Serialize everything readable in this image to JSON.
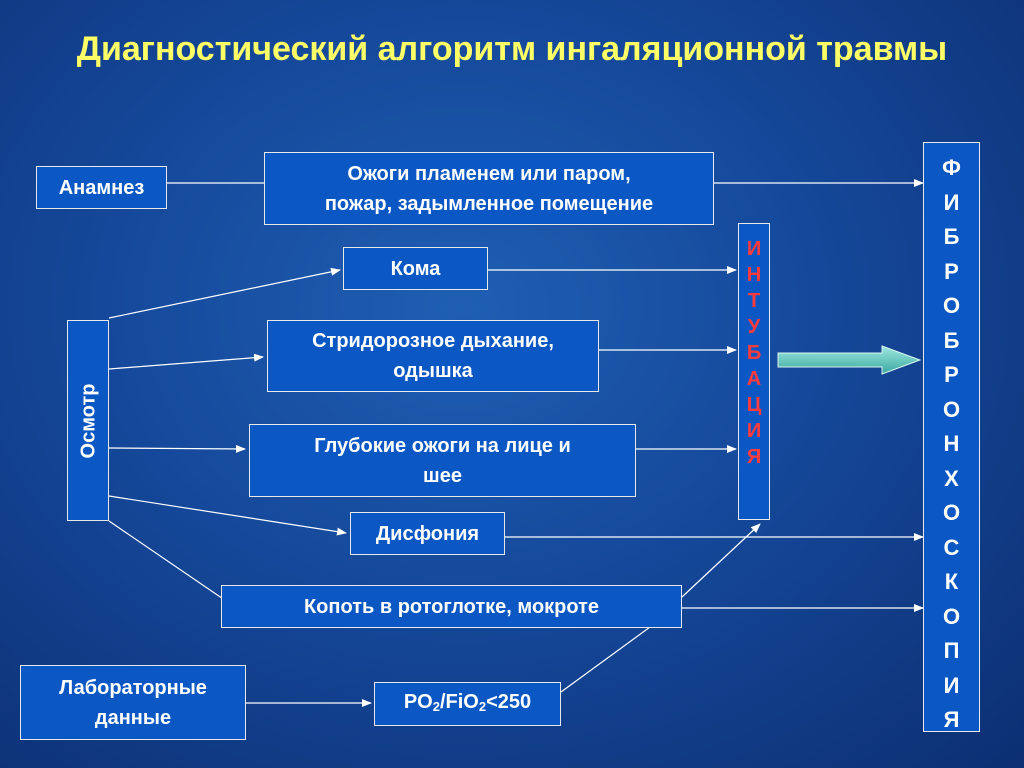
{
  "title": "Диагностический алгоритм ингаляционной травмы",
  "nodes": {
    "anamnez": "Анамнез",
    "burns_line1": "Ожоги пламенем или паром,",
    "burns_line2": "пожар, задымленное помещение",
    "koma": "Кома",
    "stridor_line1": "Стридорозное дыхание,",
    "stridor_line2": "одышка",
    "deep_line1": "Глубокие ожоги на лице и",
    "deep_line2": "шее",
    "disfonia": "Дисфония",
    "kopot": "Копоть в ротоглотке, мокроте",
    "lab_line1": "Лабораторные",
    "lab_line2": "данные",
    "po2": "PO",
    "po2_sub": "2",
    "po2_sep": "/FiO",
    "fio2_sub": "2",
    "po2_rest": "<250",
    "osmotr": "Осмотр"
  },
  "intubation_letters": [
    "И",
    "Н",
    "Т",
    "У",
    "Б",
    "А",
    "Ц",
    "И",
    "Я"
  ],
  "fibro_letters": [
    "Ф",
    "И",
    "Б",
    "Р",
    "О",
    "Б",
    "Р",
    "О",
    "Н",
    "Х",
    "О",
    "С",
    "К",
    "О",
    "П",
    "И",
    "Я"
  ],
  "colors": {
    "background": "#15489a",
    "title": "#ffff66",
    "box": "#0b57c4",
    "intubation_text": "#ff3b3b",
    "big_arrow": "#5ec8c0"
  }
}
